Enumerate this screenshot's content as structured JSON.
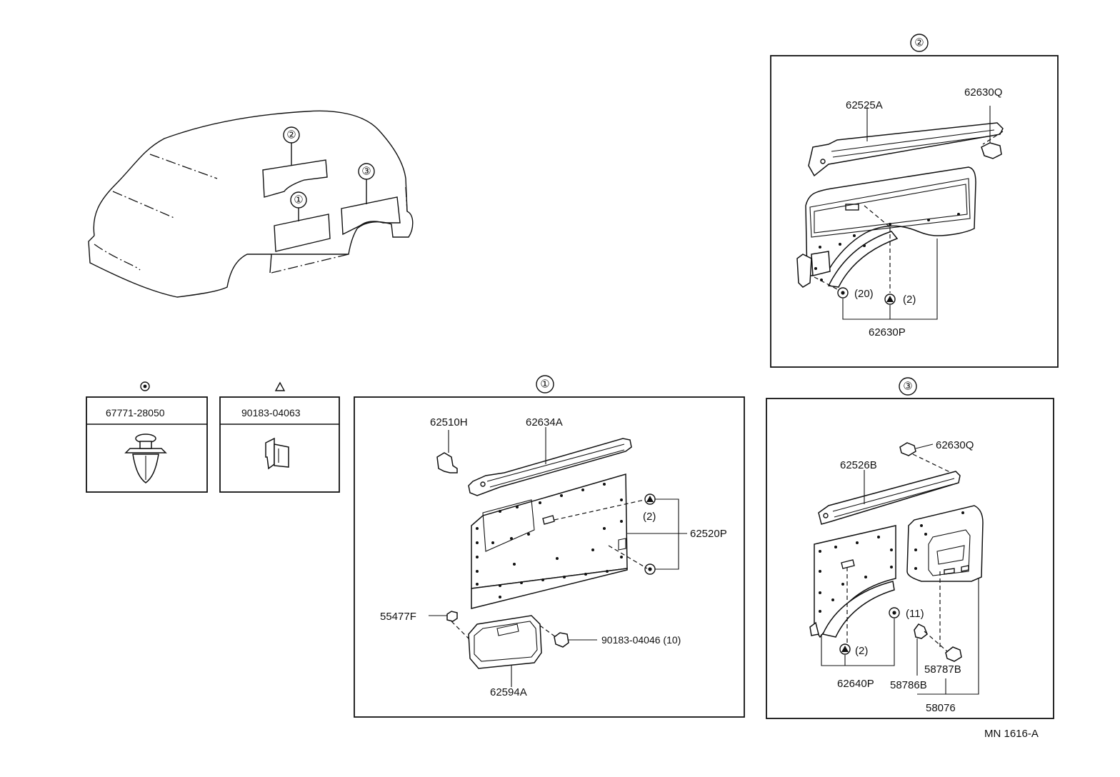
{
  "overview": {
    "callouts": [
      "②",
      "①",
      "③"
    ]
  },
  "legend": {
    "clip": {
      "symbol_name": "clip-symbol",
      "part_no": "67771-28050"
    },
    "retainer": {
      "symbol_name": "triangle-symbol",
      "part_no": "90183-04063"
    }
  },
  "section2": {
    "callout": "②",
    "labels": {
      "p62525A": "62525A",
      "p62630Q": "62630Q",
      "qty20": "(20)",
      "qty2": "(2)",
      "p62630P": "62630P"
    }
  },
  "section1": {
    "callout": "①",
    "labels": {
      "p62510H": "62510H",
      "p62634A": "62634A",
      "qty2": "(2)",
      "p62520P": "62520P",
      "p55477F": "55477F",
      "p9018304046": "90183-04046 (10)",
      "p62594A": "62594A"
    }
  },
  "section3": {
    "callout": "③",
    "labels": {
      "p62630Q": "62630Q",
      "p62526B": "62526B",
      "qty11": "(11)",
      "qty2": "(2)",
      "p62640P": "62640P",
      "p58787B": "58787B",
      "p58786B": "58786B",
      "p58076": "58076"
    }
  },
  "footer": {
    "code": "MN 1616-A"
  }
}
